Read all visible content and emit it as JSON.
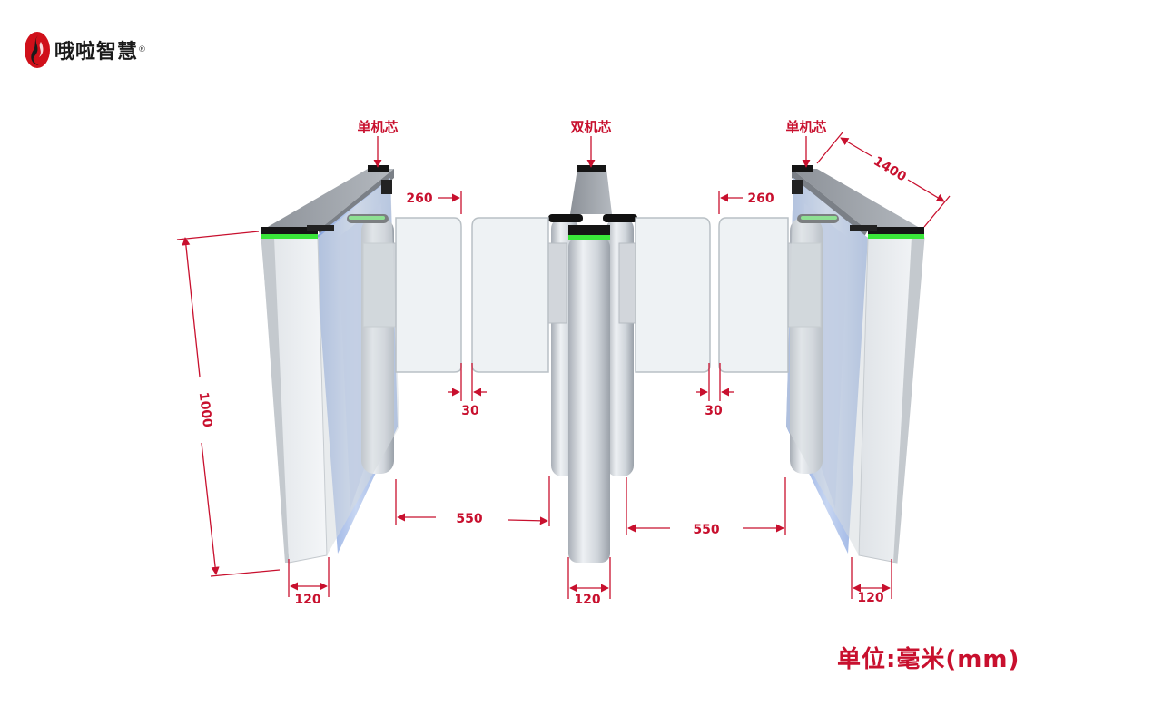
{
  "brand": {
    "name": "哦啦智慧",
    "reg_mark": "®",
    "logo_color": "#d0101a"
  },
  "callouts": {
    "left_core": "单机芯",
    "center_core": "双机芯",
    "right_core": "单机芯"
  },
  "dimensions": {
    "height": "1000",
    "depth": "1400",
    "wing_left": "260",
    "wing_right": "260",
    "gap_left": "30",
    "gap_right": "30",
    "lane_left": "550",
    "lane_right": "550",
    "width_left": "120",
    "width_center": "120",
    "width_right": "120"
  },
  "unit_note": "单位:毫米(mm)",
  "colors": {
    "dimension": "#c8102e",
    "led": "#39e639",
    "steel": "#c9ced4",
    "glass": "#eef2f4",
    "blue_panel": "#9fb6e6"
  }
}
